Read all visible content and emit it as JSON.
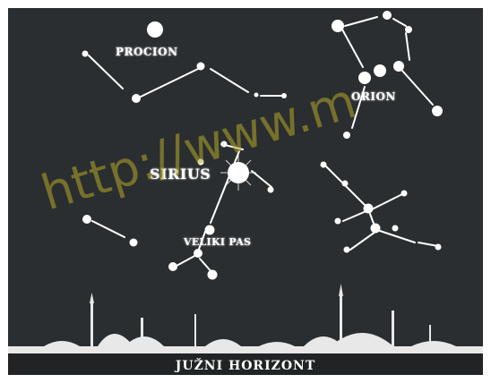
{
  "labels": {
    "procion": "PROCION",
    "orion": "ORION",
    "sirius": "SIRIUS",
    "veliki_pas": "VELIKI PAS"
  },
  "horizon_caption": "JUŽNI  HORIZONT",
  "watermark": "http://www.m",
  "colors": {
    "sky": "#2a2e30",
    "star": "#ffffff",
    "frame": "#ffffff",
    "watermark": "#b4aa28"
  }
}
